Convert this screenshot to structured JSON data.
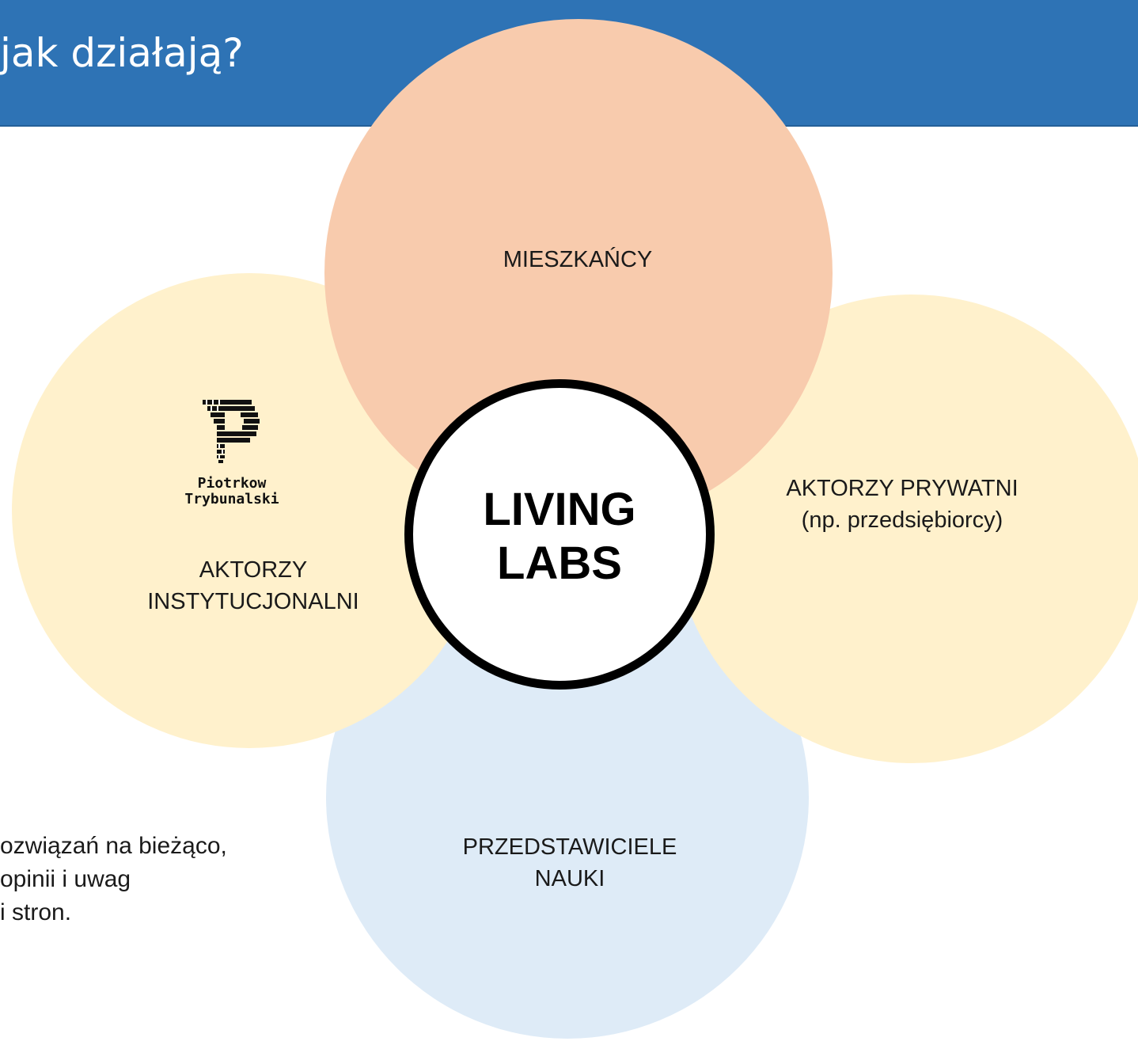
{
  "header": {
    "title": "jak działają?"
  },
  "diagram": {
    "center": {
      "lines": [
        "LIVING",
        "LABS"
      ]
    },
    "top": {
      "lines": [
        "MIESZKAŃCY"
      ]
    },
    "left": {
      "lines": [
        "AKTORZY",
        "INSTYTUCJONALNI"
      ]
    },
    "right": {
      "lines": [
        "AKTORZY PRYWATNI",
        "(np. przedsiębiorcy)"
      ]
    },
    "bottom": {
      "lines": [
        "PRZEDSTAWICIELE",
        "NAUKI"
      ]
    }
  },
  "logo": {
    "lines": [
      "Piotrkow",
      "Trybunalski"
    ]
  },
  "body_text": {
    "lines": [
      "ozwiązań na bieżąco,",
      "opinii i uwag",
      "i stron."
    ]
  },
  "colors": {
    "header": "#2e73b5",
    "top_circle": "#f8cbad",
    "side_circles": "#fff1cc",
    "bottom_circle": "#deebf7",
    "center_border": "#000000"
  }
}
